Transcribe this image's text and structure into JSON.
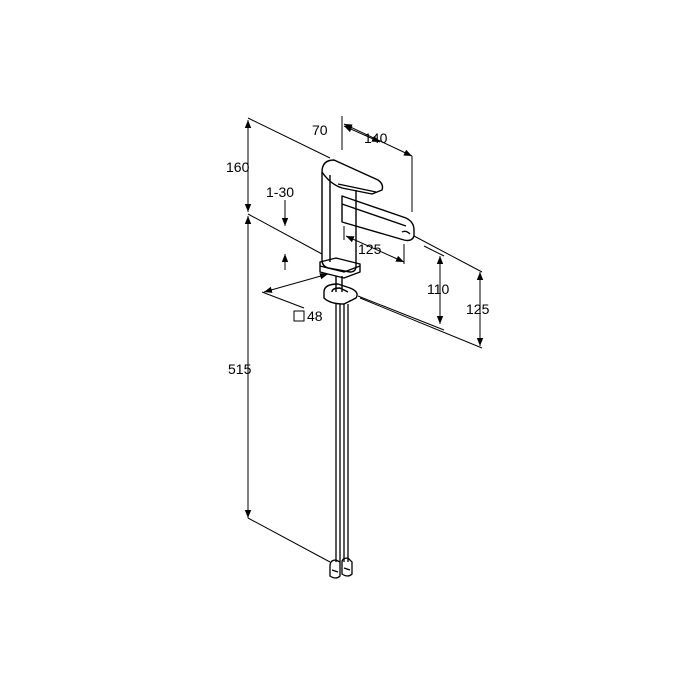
{
  "diagram": {
    "type": "technical-drawing",
    "subject": "basin mixer faucet with extended supply hoses",
    "dimensions": {
      "handle_width": "70",
      "spout_length": "140",
      "total_height_top": "160",
      "clamping_range": "1-30",
      "spout_reach": "125",
      "spout_height": "110",
      "outlet_height": "125",
      "base_size": "48",
      "hose_length": "515"
    },
    "colors": {
      "line": "#000000",
      "background": "#ffffff"
    }
  }
}
